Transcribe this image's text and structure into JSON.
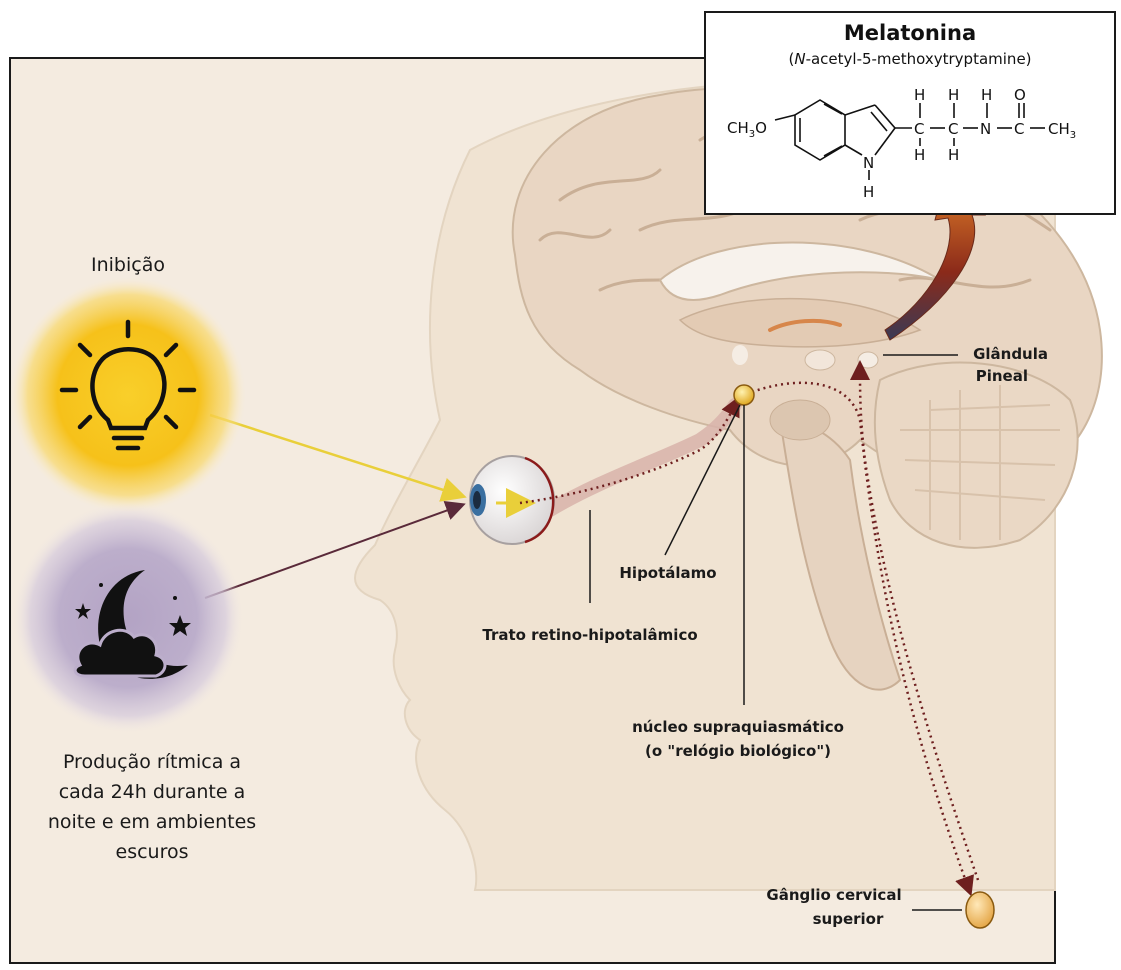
{
  "left": {
    "inhibition_label": "Inibição",
    "production_lines": [
      "Produção rítmica a",
      "cada 24h durante a",
      "noite e em ambientes",
      "escuros"
    ]
  },
  "molecule": {
    "title": "Melatonina",
    "subtitle_italic": "N",
    "subtitle_rest": "-acetyl-5-methoxytryptamine",
    "ch3o": "CH",
    "ch3o_sub": "3",
    "ch3o_tail": "O",
    "ch3": "CH",
    "ch3_sub": "3",
    "atom_h": "H",
    "atom_c": "C",
    "atom_n": "N",
    "atom_o": "O"
  },
  "labels": {
    "pineal_line1": "Glândula",
    "pineal_line2": "Pineal",
    "hypothalamus": "Hipotálamo",
    "tract": "Trato retino-hipotalâmico",
    "scn_line1": "núcleo supraquiasmático",
    "scn_line2": "(o \"relógio biológico\")",
    "ganglion_line1": "Gânglio cervical",
    "ganglion_line2": "superior"
  },
  "colors": {
    "panel_bg": "#f4ebe0",
    "brain": "#e8d6c4",
    "sun": "#f7c21a",
    "moon_glow": "#b9a9c9",
    "pathway": "#6e1f1f",
    "light_arrow": "#e9cf3a"
  }
}
